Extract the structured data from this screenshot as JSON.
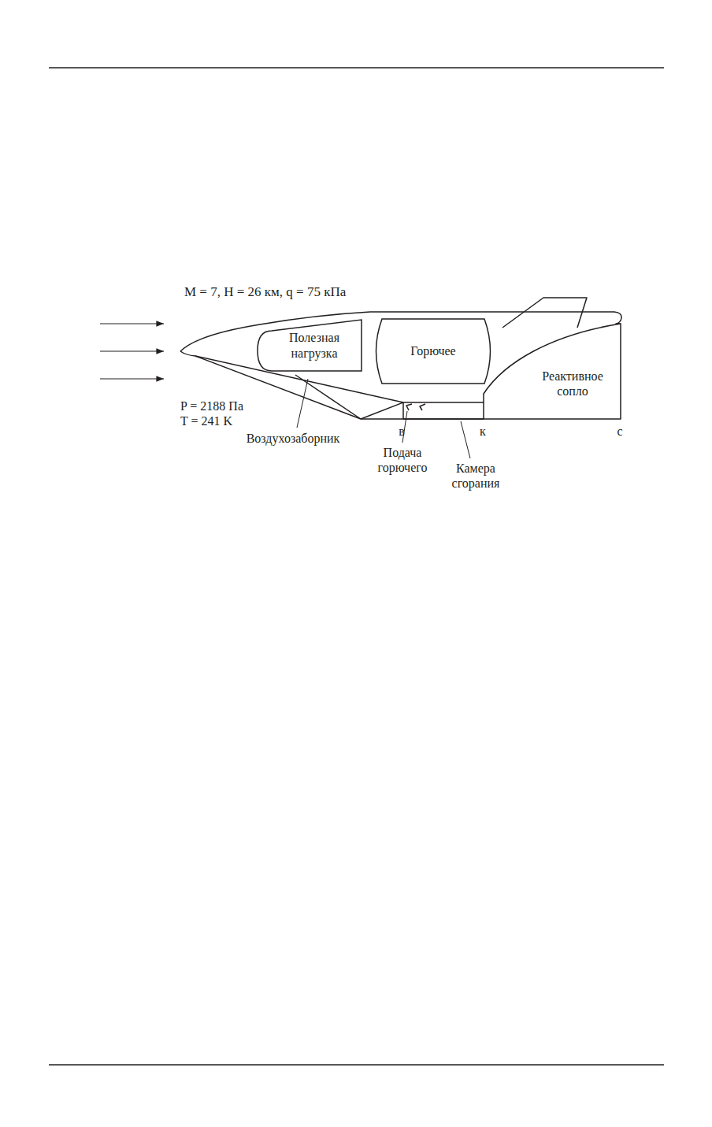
{
  "diagram": {
    "nodes": [
      {
        "text": [
          "Полезная нагрузка"
        ]
      },
      {
        "text": [
          "Горючее"
        ]
      }
    ],
    "labels": [
      "M = 7, H = 26 км, q = 75 кПа",
      "Реактивное сопло",
      "P = 2188 Па",
      "T = 241 K",
      "Воздухозаборник",
      "в",
      "к",
      "с",
      "Подача горючего",
      "Камера сгорания"
    ]
  }
}
